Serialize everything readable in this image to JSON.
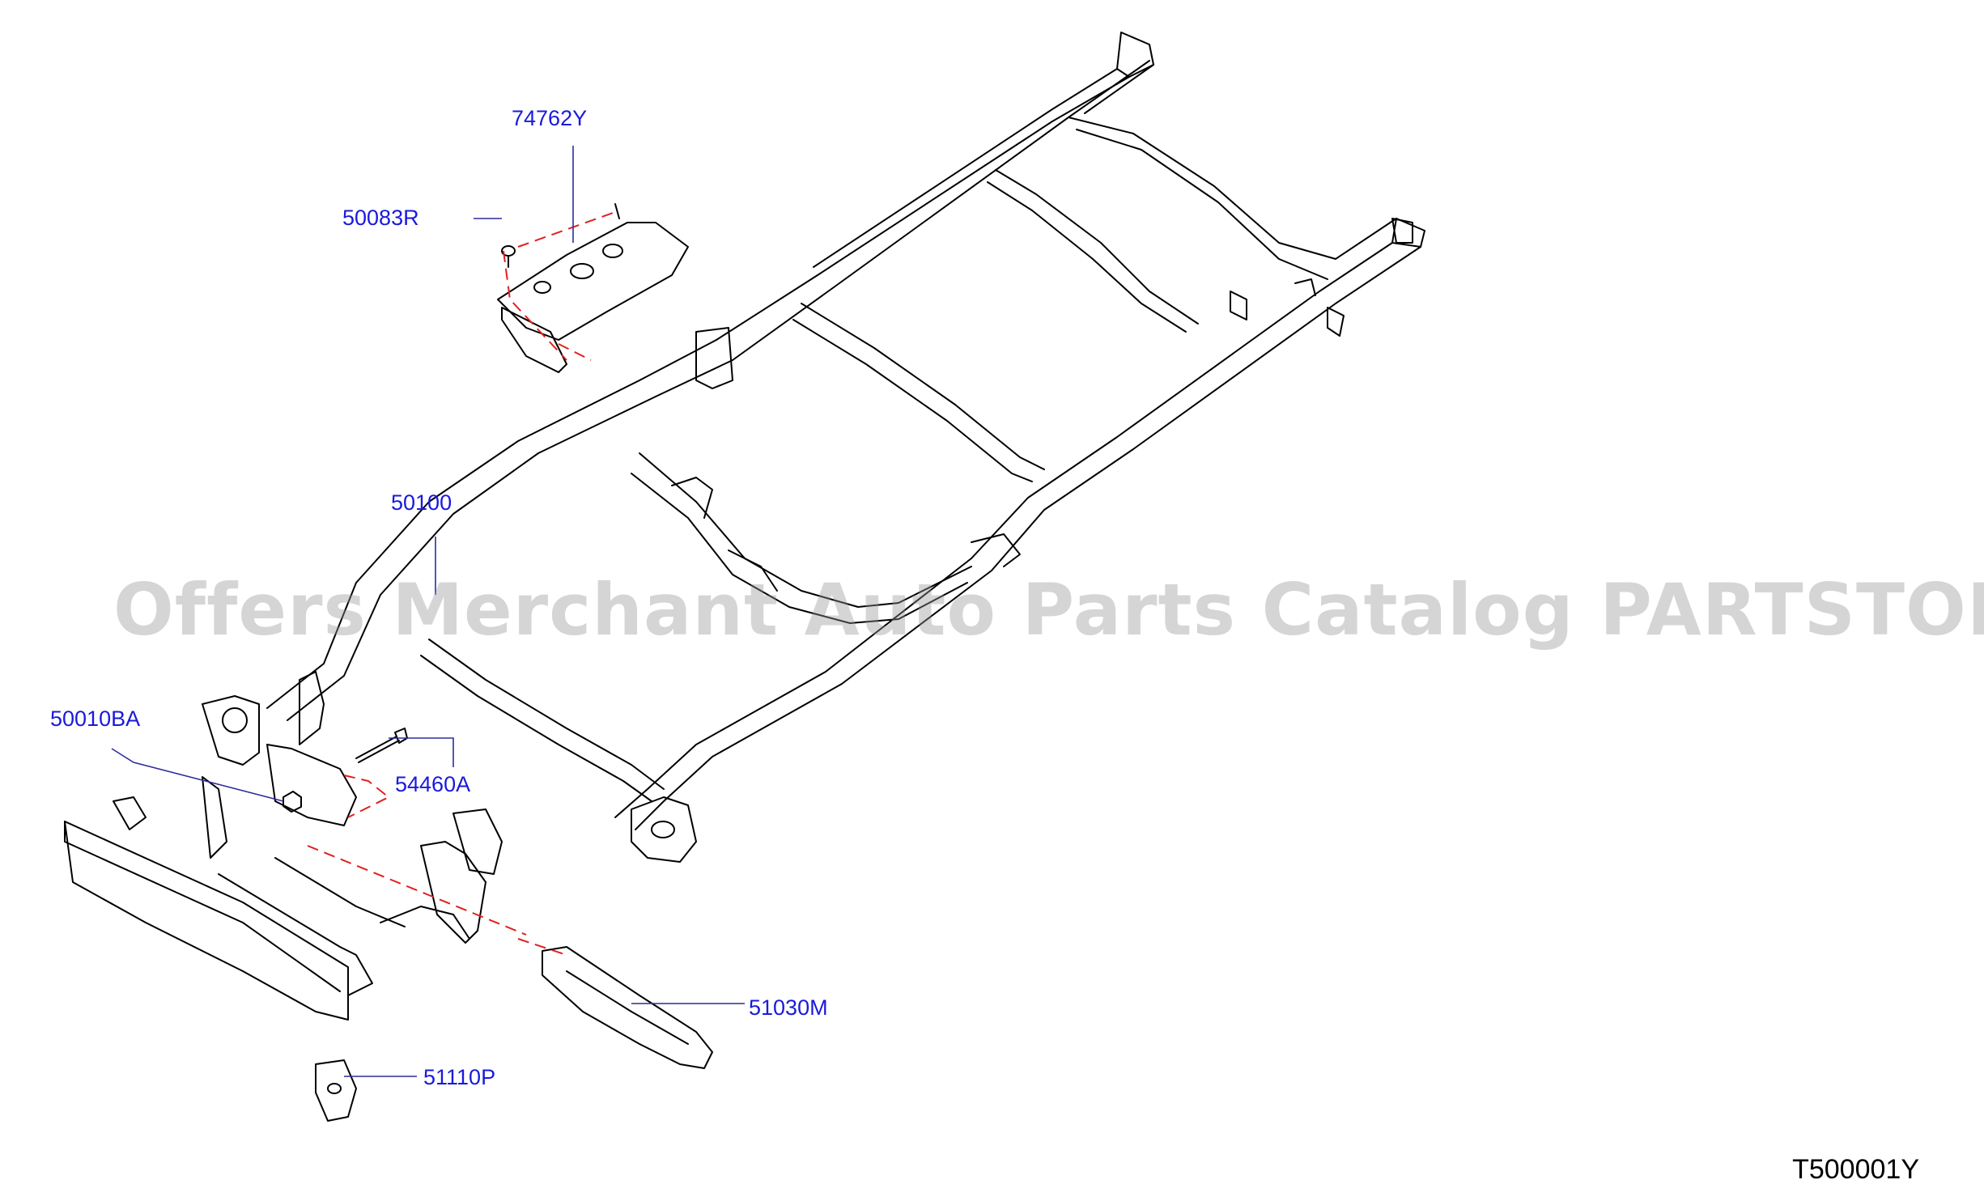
{
  "labels": {
    "l74762y": "74762Y",
    "l50083r": "50083R",
    "l50100": "50100",
    "l50010ba": "50010BA",
    "l54460a": "54460A",
    "l51030m": "51030M",
    "l51110p": "51110P"
  },
  "watermark": "Offers Merchant Auto Parts Catalog PARTSTORE.SA",
  "diagram_code": "T500001Y",
  "colors": {
    "line": "#000000",
    "label": "#1a1adc",
    "leader": "#2d2d9a",
    "dashed": "#e02020"
  }
}
